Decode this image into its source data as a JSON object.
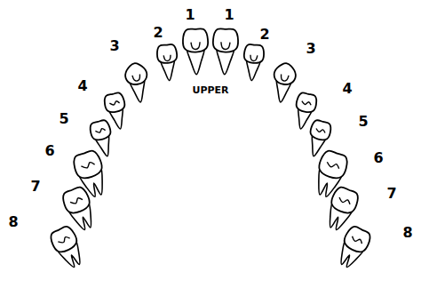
{
  "diagram": {
    "labels": [
      "1",
      "1",
      "2",
      "2",
      "3",
      "3",
      "4",
      "4",
      "5",
      "5",
      "6",
      "6",
      "7",
      "7",
      "8",
      "8",
      "UPPER"
    ]
  }
}
